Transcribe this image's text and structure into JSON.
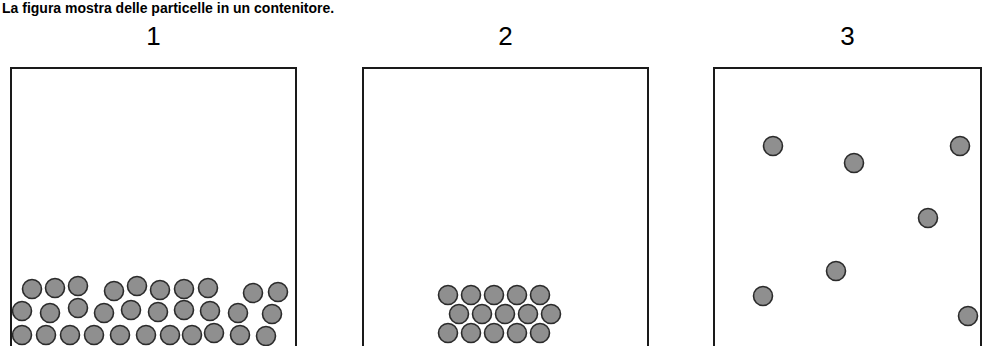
{
  "diagram": {
    "title": "La figura mostra delle particelle in un contenitore.",
    "nodes": [
      {
        "text": [
          "1"
        ]
      },
      {
        "text": [
          "2"
        ]
      },
      {
        "text": [
          "3"
        ]
      }
    ]
  }
}
